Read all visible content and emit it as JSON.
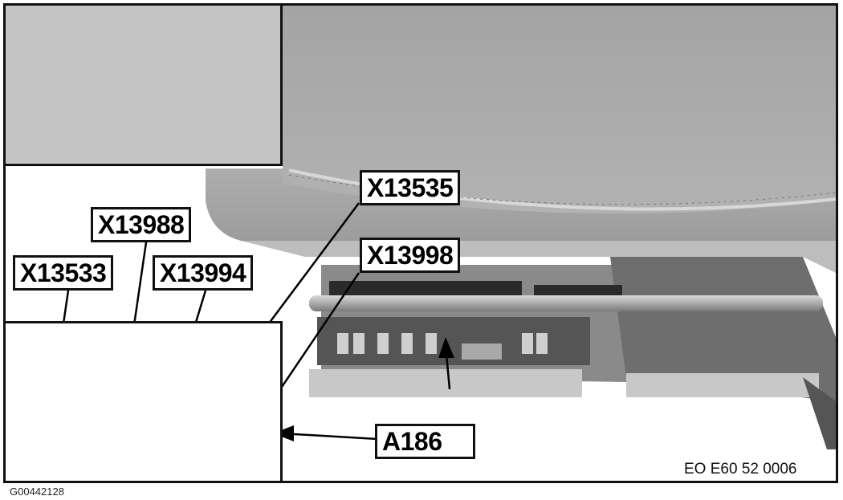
{
  "figure": {
    "figure_code": "EO E60 52 0006",
    "image_id_text": "G00442128",
    "colors": {
      "background": "#ffffff",
      "line": "#111111",
      "inset_bg": "#c4c4c4",
      "seat_gray": "#a9a9a9"
    }
  },
  "insets": {
    "top_left": {
      "depicts": "seat-overview-with-rotate-arrow"
    },
    "bottom_left": {
      "depicts": "control-module-connectors"
    }
  },
  "callouts": [
    {
      "id": "x13533",
      "label": "X13533"
    },
    {
      "id": "x13988",
      "label": "X13988"
    },
    {
      "id": "x13994",
      "label": "X13994"
    },
    {
      "id": "x13535",
      "label": "X13535"
    },
    {
      "id": "x13998",
      "label": "X13998"
    },
    {
      "id": "a186",
      "label": "A186"
    }
  ]
}
